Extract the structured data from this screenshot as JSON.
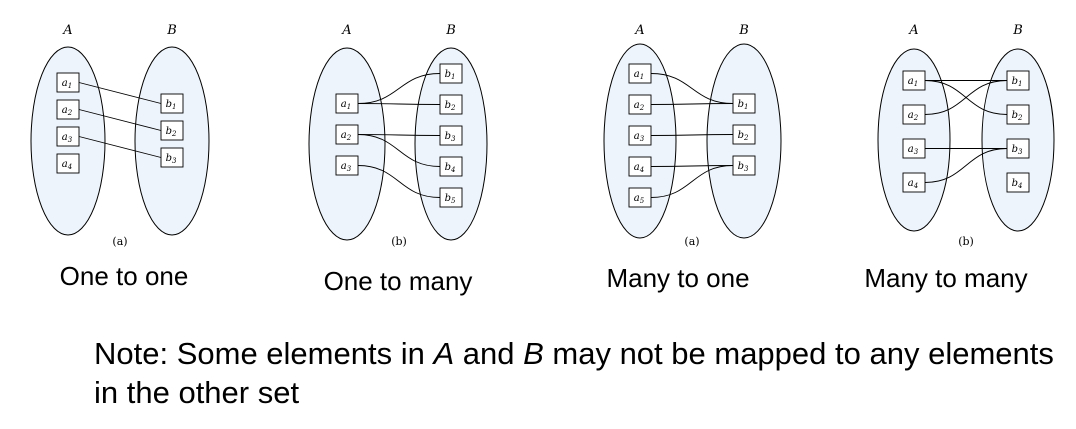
{
  "panels": [
    {
      "caption": "One to one",
      "sub_caption": "(a)",
      "set_a_label": "A",
      "set_b_label": "B",
      "a_elements": [
        "a1",
        "a2",
        "a3",
        "a4"
      ],
      "b_elements": [
        "b1",
        "b2",
        "b3"
      ],
      "mappings": [
        [
          "a1",
          "b1"
        ],
        [
          "a2",
          "b2"
        ],
        [
          "a3",
          "b3"
        ]
      ]
    },
    {
      "caption": "One to many",
      "sub_caption": "(b)",
      "set_a_label": "A",
      "set_b_label": "B",
      "a_elements": [
        "a1",
        "a2",
        "a3"
      ],
      "b_elements": [
        "b1",
        "b2",
        "b3",
        "b4",
        "b5"
      ],
      "mappings": [
        [
          "a1",
          "b1"
        ],
        [
          "a1",
          "b2"
        ],
        [
          "a2",
          "b3"
        ],
        [
          "a2",
          "b4"
        ],
        [
          "a3",
          "b5"
        ]
      ]
    },
    {
      "caption": "Many to one",
      "sub_caption": "(a)",
      "set_a_label": "A",
      "set_b_label": "B",
      "a_elements": [
        "a1",
        "a2",
        "a3",
        "a4",
        "a5"
      ],
      "b_elements": [
        "b1",
        "b2",
        "b3"
      ],
      "mappings": [
        [
          "a1",
          "b1"
        ],
        [
          "a2",
          "b1"
        ],
        [
          "a3",
          "b2"
        ],
        [
          "a4",
          "b3"
        ],
        [
          "a5",
          "b3"
        ]
      ]
    },
    {
      "caption": "Many to many",
      "sub_caption": "(b)",
      "set_a_label": "A",
      "set_b_label": "B",
      "a_elements": [
        "a1",
        "a2",
        "a3",
        "a4"
      ],
      "b_elements": [
        "b1",
        "b2",
        "b3",
        "b4"
      ],
      "mappings": [
        [
          "a1",
          "b1"
        ],
        [
          "a1",
          "b2"
        ],
        [
          "a2",
          "b1"
        ],
        [
          "a3",
          "b3"
        ],
        [
          "a4",
          "b3"
        ]
      ]
    }
  ],
  "note": {
    "prefix": "Note: Some elements in ",
    "set_a": "A",
    "middle": " and ",
    "set_b": "B",
    "suffix": " may not be mapped to any elements in the other set"
  },
  "colors": {
    "set_fill": "#eef4fb",
    "stroke": "#000000",
    "box_fill": "#ffffff"
  }
}
